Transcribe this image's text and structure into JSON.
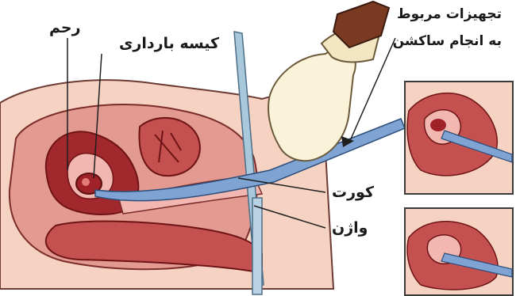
{
  "labels": {
    "uterus": "رحم",
    "gestational_sac": "کیسه بارداری",
    "equipment_line1": "تجهیزات مربوط",
    "equipment_line2": "به انجام ساکشن",
    "curette": "کورت",
    "vagina": "واژن"
  },
  "colors": {
    "skin": "#f6d2c3",
    "flesh": "#e39a90",
    "tissue_dark": "#a1282c",
    "tissue_mid": "#c4504f",
    "tube_blue": "#7fa4d4",
    "glove": "#fbf3d9",
    "handle_brown": "#7a3a22",
    "speculum": "#a9c8dc",
    "label_text": "#1a1a1a"
  },
  "icons": {
    "hand": "gloved-hand-icon",
    "arrow": "flow-arrow-icon"
  }
}
